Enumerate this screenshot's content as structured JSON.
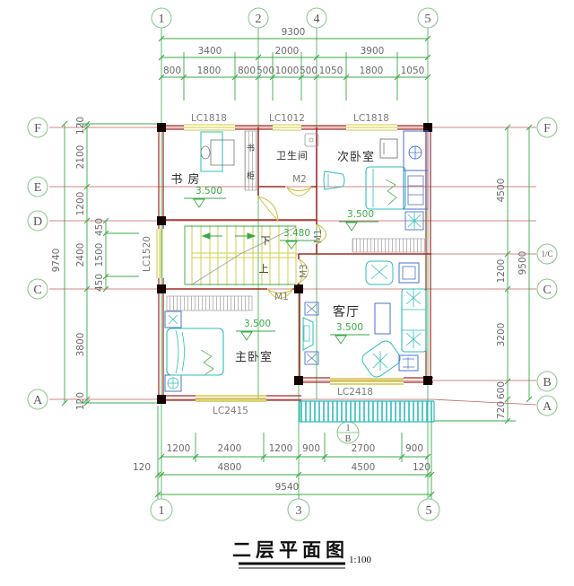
{
  "title": {
    "text": "二层平面图",
    "scale": "1:100"
  },
  "axes": {
    "top": [
      "1",
      "2",
      "4",
      "5"
    ],
    "bottom": [
      "1",
      "3",
      "5"
    ],
    "left": [
      "F",
      "E",
      "D",
      "C",
      "A"
    ],
    "right": [
      "F",
      "1/C",
      "C",
      "B",
      "A"
    ],
    "section_top": "1",
    "section_bottom": "B"
  },
  "dims": {
    "top": {
      "overall": "9300",
      "mid": [
        "3400",
        "2000",
        "3900"
      ],
      "detail": [
        "800",
        "1800",
        "800",
        "500",
        "1000",
        "500",
        "1050",
        "1800",
        "1050"
      ]
    },
    "bottom": {
      "detail": [
        "1200",
        "2400",
        "1200",
        "900",
        "2700",
        "900"
      ],
      "mid": [
        "120",
        "4800",
        "4500",
        "120"
      ],
      "overall": "9540"
    },
    "left": {
      "overall": "9740",
      "segments": [
        "120",
        "2100",
        "1200",
        "2400",
        "3800",
        "120"
      ],
      "sub": [
        "450",
        "1500",
        "450"
      ]
    },
    "right": {
      "overall": "9500",
      "segments": [
        "4500",
        "1200",
        "3200",
        "600",
        "720"
      ]
    }
  },
  "rooms": {
    "study": {
      "name": "书 房",
      "elevation": "3.500"
    },
    "bathroom": {
      "name": "卫生间"
    },
    "bedroom2": {
      "name": "次卧室",
      "elevation": "3.500"
    },
    "living": {
      "name": "客厅",
      "elevation": "3.500"
    },
    "master": {
      "name": "主卧室",
      "elevation": "3.500"
    },
    "stairs": {
      "up": "上",
      "down": "下",
      "elevation": "3.480"
    },
    "bookshelf": {
      "char1": "书",
      "char2": "柜"
    }
  },
  "openings": {
    "windows": {
      "top_left": "LC1818",
      "top_mid": "LC1012",
      "top_right": "LC1818",
      "left": "LC1520",
      "bottom": "LC2415",
      "living": "LC2418"
    },
    "doors": {
      "m1": "M1",
      "m2": "M2",
      "m3": "M3"
    }
  },
  "colors": {
    "dimension_green": "#3aaa46",
    "wall_red": "#9e2b25",
    "centerline_red": "#c75b5b",
    "window_yellow": "#cfc93a",
    "furniture_cyan": "#2fbdbd",
    "furniture_blue": "#4a72cc",
    "stair_yellow": "#d2cf4a",
    "dim_text_gray": "#6a6a6a"
  }
}
